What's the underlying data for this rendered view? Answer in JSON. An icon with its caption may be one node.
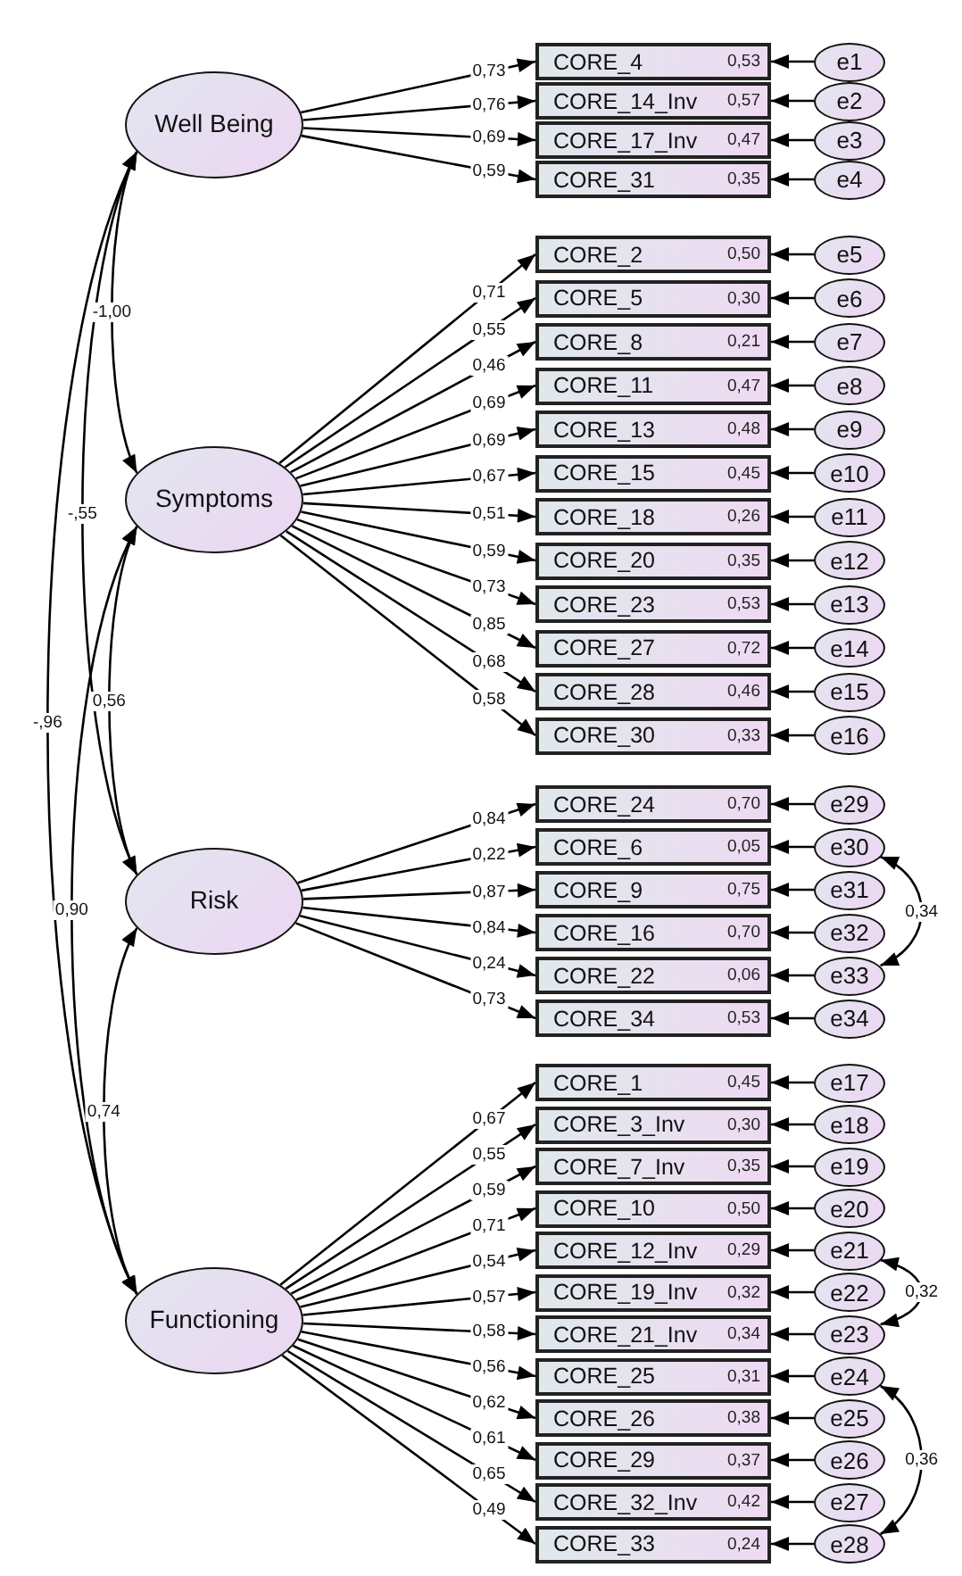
{
  "diagram": {
    "nodes": [
      {
        "text": [
          "Well Being"
        ]
      },
      {
        "text": [
          "Symptoms"
        ]
      },
      {
        "text": [
          "Risk"
        ]
      },
      {
        "text": [
          "Functioning"
        ]
      },
      {
        "text": [
          "CORE_4",
          "0,53"
        ]
      },
      {
        "text": [
          "CORE_14_Inv",
          "0,57"
        ]
      },
      {
        "text": [
          "CORE_17_Inv",
          "0,47"
        ]
      },
      {
        "text": [
          "CORE_31",
          "0,35"
        ]
      },
      {
        "text": [
          "CORE_2",
          "0,50"
        ]
      },
      {
        "text": [
          "CORE_5",
          "0,30"
        ]
      },
      {
        "text": [
          "CORE_8",
          "0,21"
        ]
      },
      {
        "text": [
          "CORE_11",
          "0,47"
        ]
      },
      {
        "text": [
          "CORE_13",
          "0,48"
        ]
      },
      {
        "text": [
          "CORE_15",
          "0,45"
        ]
      },
      {
        "text": [
          "CORE_18",
          "0,26"
        ]
      },
      {
        "text": [
          "CORE_20",
          "0,35"
        ]
      },
      {
        "text": [
          "CORE_23",
          "0,53"
        ]
      },
      {
        "text": [
          "CORE_27",
          "0,72"
        ]
      },
      {
        "text": [
          "CORE_28",
          "0,46"
        ]
      },
      {
        "text": [
          "CORE_30",
          "0,33"
        ]
      },
      {
        "text": [
          "CORE_24",
          "0,70"
        ]
      },
      {
        "text": [
          "CORE_6",
          "0,05"
        ]
      },
      {
        "text": [
          "CORE_9",
          "0,75"
        ]
      },
      {
        "text": [
          "CORE_16",
          "0,70"
        ]
      },
      {
        "text": [
          "CORE_22",
          "0,06"
        ]
      },
      {
        "text": [
          "CORE_34",
          "0,53"
        ]
      },
      {
        "text": [
          "CORE_1",
          "0,45"
        ]
      },
      {
        "text": [
          "CORE_3_Inv",
          "0,30"
        ]
      },
      {
        "text": [
          "CORE_7_Inv",
          "0,35"
        ]
      },
      {
        "text": [
          "CORE_10",
          "0,50"
        ]
      },
      {
        "text": [
          "CORE_12_Inv",
          "0,29"
        ]
      },
      {
        "text": [
          "CORE_19_Inv",
          "0,32"
        ]
      },
      {
        "text": [
          "CORE_21_Inv",
          "0,34"
        ]
      },
      {
        "text": [
          "CORE_25",
          "0,31"
        ]
      },
      {
        "text": [
          "CORE_26",
          "0,38"
        ]
      },
      {
        "text": [
          "CORE_29",
          "0,37"
        ]
      },
      {
        "text": [
          "CORE_32_Inv",
          "0,42"
        ]
      },
      {
        "text": [
          "CORE_33",
          "0,24"
        ]
      },
      {
        "text": [
          "e1"
        ]
      },
      {
        "text": [
          "e2"
        ]
      },
      {
        "text": [
          "e3"
        ]
      },
      {
        "text": [
          "e4"
        ]
      },
      {
        "text": [
          "e5"
        ]
      },
      {
        "text": [
          "e6"
        ]
      },
      {
        "text": [
          "e7"
        ]
      },
      {
        "text": [
          "e8"
        ]
      },
      {
        "text": [
          "e9"
        ]
      },
      {
        "text": [
          "e10"
        ]
      },
      {
        "text": [
          "e11"
        ]
      },
      {
        "text": [
          "e12"
        ]
      },
      {
        "text": [
          "e13"
        ]
      },
      {
        "text": [
          "e14"
        ]
      },
      {
        "text": [
          "e15"
        ]
      },
      {
        "text": [
          "e16"
        ]
      },
      {
        "text": [
          "e29"
        ]
      },
      {
        "text": [
          "e30"
        ]
      },
      {
        "text": [
          "e31"
        ]
      },
      {
        "text": [
          "e32"
        ]
      },
      {
        "text": [
          "e33"
        ]
      },
      {
        "text": [
          "e34"
        ]
      },
      {
        "text": [
          "e17"
        ]
      },
      {
        "text": [
          "e18"
        ]
      },
      {
        "text": [
          "e19"
        ]
      },
      {
        "text": [
          "e20"
        ]
      },
      {
        "text": [
          "e21"
        ]
      },
      {
        "text": [
          "e22"
        ]
      },
      {
        "text": [
          "e23"
        ]
      },
      {
        "text": [
          "e24"
        ]
      },
      {
        "text": [
          "e25"
        ]
      },
      {
        "text": [
          "e26"
        ]
      },
      {
        "text": [
          "e27"
        ]
      },
      {
        "text": [
          "e28"
        ]
      }
    ],
    "edges": [
      {
        "from": 0,
        "to": 4,
        "arrow": "to",
        "label": "0,73"
      },
      {
        "from": 0,
        "to": 5,
        "arrow": "to",
        "label": "0,76"
      },
      {
        "from": 0,
        "to": 6,
        "arrow": "to",
        "label": "0,69"
      },
      {
        "from": 0,
        "to": 7,
        "arrow": "to",
        "label": "0,59"
      },
      {
        "from": 1,
        "to": 8,
        "arrow": "to",
        "label": "0,71"
      },
      {
        "from": 1,
        "to": 9,
        "arrow": "to",
        "label": "0,55"
      },
      {
        "from": 1,
        "to": 10,
        "arrow": "to",
        "label": "0,46"
      },
      {
        "from": 1,
        "to": 11,
        "arrow": "to",
        "label": "0,69"
      },
      {
        "from": 1,
        "to": 12,
        "arrow": "to",
        "label": "0,69"
      },
      {
        "from": 1,
        "to": 13,
        "arrow": "to",
        "label": "0,67"
      },
      {
        "from": 1,
        "to": 14,
        "arrow": "to",
        "label": "0,51"
      },
      {
        "from": 1,
        "to": 15,
        "arrow": "to",
        "label": "0,59"
      },
      {
        "from": 1,
        "to": 16,
        "arrow": "to",
        "label": "0,73"
      },
      {
        "from": 1,
        "to": 17,
        "arrow": "to",
        "label": "0,85"
      },
      {
        "from": 1,
        "to": 18,
        "arrow": "to",
        "label": "0,68"
      },
      {
        "from": 1,
        "to": 19,
        "arrow": "to",
        "label": "0,58"
      },
      {
        "from": 2,
        "to": 20,
        "arrow": "to",
        "label": "0,84"
      },
      {
        "from": 2,
        "to": 21,
        "arrow": "to",
        "label": "0,22"
      },
      {
        "from": 2,
        "to": 22,
        "arrow": "to",
        "label": "0,87"
      },
      {
        "from": 2,
        "to": 23,
        "arrow": "to",
        "label": "0,84"
      },
      {
        "from": 2,
        "to": 24,
        "arrow": "to",
        "label": "0,24"
      },
      {
        "from": 2,
        "to": 25,
        "arrow": "to",
        "label": "0,73"
      },
      {
        "from": 3,
        "to": 26,
        "arrow": "to",
        "label": "0,67"
      },
      {
        "from": 3,
        "to": 27,
        "arrow": "to",
        "label": "0,55"
      },
      {
        "from": 3,
        "to": 28,
        "arrow": "to",
        "label": "0,59"
      },
      {
        "from": 3,
        "to": 29,
        "arrow": "to",
        "label": "0,71"
      },
      {
        "from": 3,
        "to": 30,
        "arrow": "to",
        "label": "0,54"
      },
      {
        "from": 3,
        "to": 31,
        "arrow": "to",
        "label": "0,57"
      },
      {
        "from": 3,
        "to": 32,
        "arrow": "to",
        "label": "0,58"
      },
      {
        "from": 3,
        "to": 33,
        "arrow": "to",
        "label": "0,56"
      },
      {
        "from": 3,
        "to": 34,
        "arrow": "to",
        "label": "0,62"
      },
      {
        "from": 3,
        "to": 35,
        "arrow": "to",
        "label": "0,61"
      },
      {
        "from": 3,
        "to": 36,
        "arrow": "to",
        "label": "0,65"
      },
      {
        "from": 3,
        "to": 37,
        "arrow": "to",
        "label": "0,49"
      },
      {
        "from": 38,
        "to": 4,
        "arrow": "to"
      },
      {
        "from": 39,
        "to": 5,
        "arrow": "to"
      },
      {
        "from": 40,
        "to": 6,
        "arrow": "to"
      },
      {
        "from": 41,
        "to": 7,
        "arrow": "to"
      },
      {
        "from": 42,
        "to": 8,
        "arrow": "to"
      },
      {
        "from": 43,
        "to": 9,
        "arrow": "to"
      },
      {
        "from": 44,
        "to": 10,
        "arrow": "to"
      },
      {
        "from": 45,
        "to": 11,
        "arrow": "to"
      },
      {
        "from": 46,
        "to": 12,
        "arrow": "to"
      },
      {
        "from": 47,
        "to": 13,
        "arrow": "to"
      },
      {
        "from": 48,
        "to": 14,
        "arrow": "to"
      },
      {
        "from": 49,
        "to": 15,
        "arrow": "to"
      },
      {
        "from": 50,
        "to": 16,
        "arrow": "to"
      },
      {
        "from": 51,
        "to": 17,
        "arrow": "to"
      },
      {
        "from": 52,
        "to": 18,
        "arrow": "to"
      },
      {
        "from": 53,
        "to": 19,
        "arrow": "to"
      },
      {
        "from": 54,
        "to": 20,
        "arrow": "to"
      },
      {
        "from": 55,
        "to": 21,
        "arrow": "to"
      },
      {
        "from": 56,
        "to": 22,
        "arrow": "to"
      },
      {
        "from": 57,
        "to": 23,
        "arrow": "to"
      },
      {
        "from": 58,
        "to": 24,
        "arrow": "to"
      },
      {
        "from": 59,
        "to": 25,
        "arrow": "to"
      },
      {
        "from": 60,
        "to": 26,
        "arrow": "to"
      },
      {
        "from": 61,
        "to": 27,
        "arrow": "to"
      },
      {
        "from": 62,
        "to": 28,
        "arrow": "to"
      },
      {
        "from": 63,
        "to": 29,
        "arrow": "to"
      },
      {
        "from": 64,
        "to": 30,
        "arrow": "to"
      },
      {
        "from": 65,
        "to": 31,
        "arrow": "to"
      },
      {
        "from": 66,
        "to": 32,
        "arrow": "to"
      },
      {
        "from": 67,
        "to": 33,
        "arrow": "to"
      },
      {
        "from": 68,
        "to": 34,
        "arrow": "to"
      },
      {
        "from": 69,
        "to": 35,
        "arrow": "to"
      },
      {
        "from": 70,
        "to": 36,
        "arrow": "to"
      },
      {
        "from": 71,
        "to": 37,
        "arrow": "to"
      },
      {
        "from": 0,
        "to": 1,
        "arrow": "both",
        "label": "-1,00"
      },
      {
        "from": 0,
        "to": 2,
        "arrow": "both",
        "label": "-,55"
      },
      {
        "from": 0,
        "to": 3,
        "arrow": "both",
        "label": "-,96"
      },
      {
        "from": 1,
        "to": 2,
        "arrow": "both",
        "label": "0,56"
      },
      {
        "from": 1,
        "to": 3,
        "arrow": "both",
        "label": "0,90"
      },
      {
        "from": 2,
        "to": 3,
        "arrow": "both",
        "label": "0,74"
      },
      {
        "from": 55,
        "to": 58,
        "arrow": "both",
        "label": "0,34"
      },
      {
        "from": 64,
        "to": 66,
        "arrow": "both",
        "label": "0,32"
      },
      {
        "from": 67,
        "to": 71,
        "arrow": "both",
        "label": "0,36"
      }
    ]
  }
}
